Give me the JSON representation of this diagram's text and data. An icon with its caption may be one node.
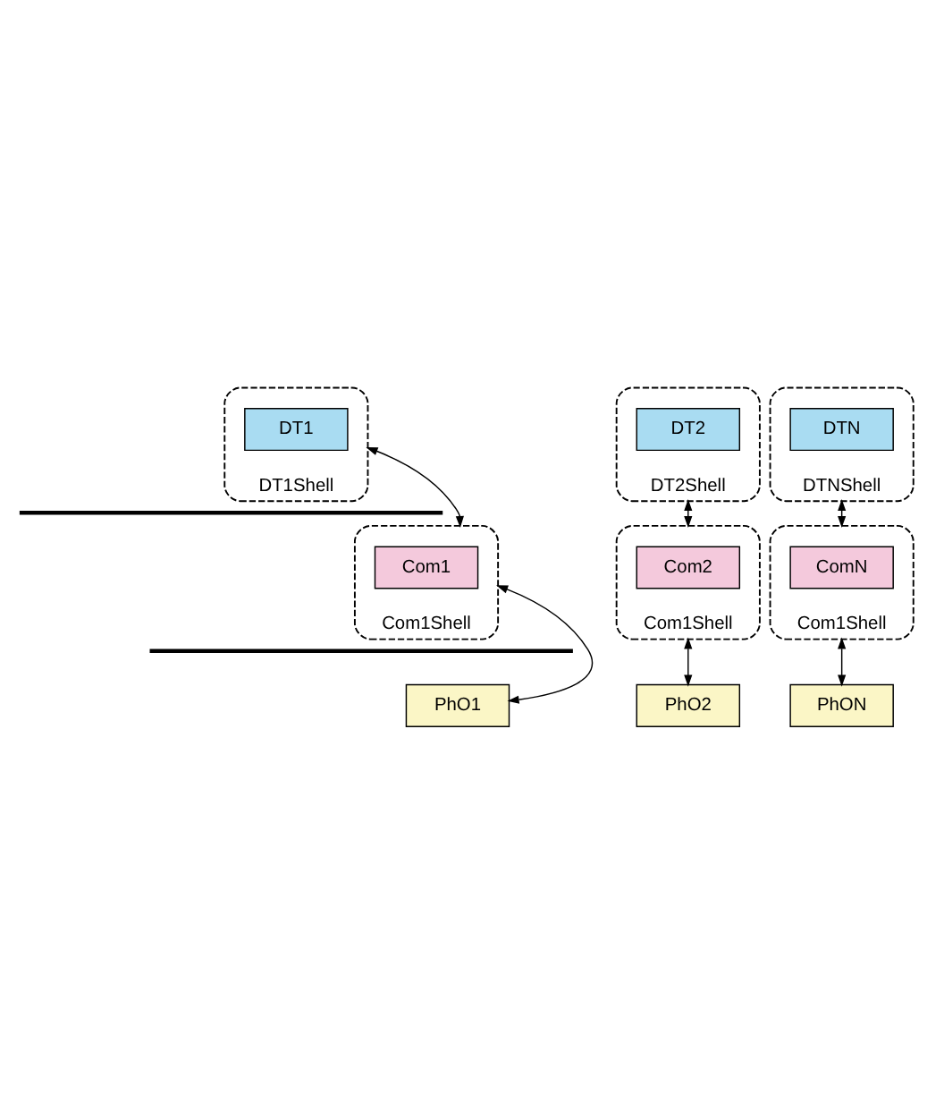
{
  "diagram": {
    "nodes": [
      {
        "text": [
          "DT1Shell"
        ]
      },
      {
        "text": [
          "DT1"
        ],
        "in": 0
      },
      {
        "text": [
          "DT2Shell"
        ]
      },
      {
        "text": [
          "DT2"
        ],
        "in": 2
      },
      {
        "text": [
          "DTNShell"
        ]
      },
      {
        "text": [
          "DTN"
        ],
        "in": 4
      },
      {
        "text": [],
        "shape": "bar"
      },
      {
        "text": [
          "Com1Shell"
        ]
      },
      {
        "text": [
          "Com1"
        ],
        "in": 7
      },
      {
        "text": [
          "Com1Shell"
        ]
      },
      {
        "text": [
          "Com2"
        ],
        "in": 9
      },
      {
        "text": [
          "Com1Shell"
        ]
      },
      {
        "text": [
          "ComN"
        ],
        "in": 11
      },
      {
        "text": [],
        "shape": "bar"
      },
      {
        "text": [
          "PhO1"
        ]
      },
      {
        "text": [
          "PhO2"
        ]
      },
      {
        "text": [
          "PhON"
        ]
      }
    ],
    "edges": [
      {
        "from": 0,
        "to": 7,
        "arrow": "both"
      },
      {
        "from": 2,
        "to": 9,
        "arrow": "both"
      },
      {
        "from": 4,
        "to": 11,
        "arrow": "both"
      },
      {
        "from": 7,
        "to": 14,
        "arrow": "both"
      },
      {
        "from": 9,
        "to": 15,
        "arrow": "both"
      },
      {
        "from": 11,
        "to": 16,
        "arrow": "both"
      }
    ]
  }
}
